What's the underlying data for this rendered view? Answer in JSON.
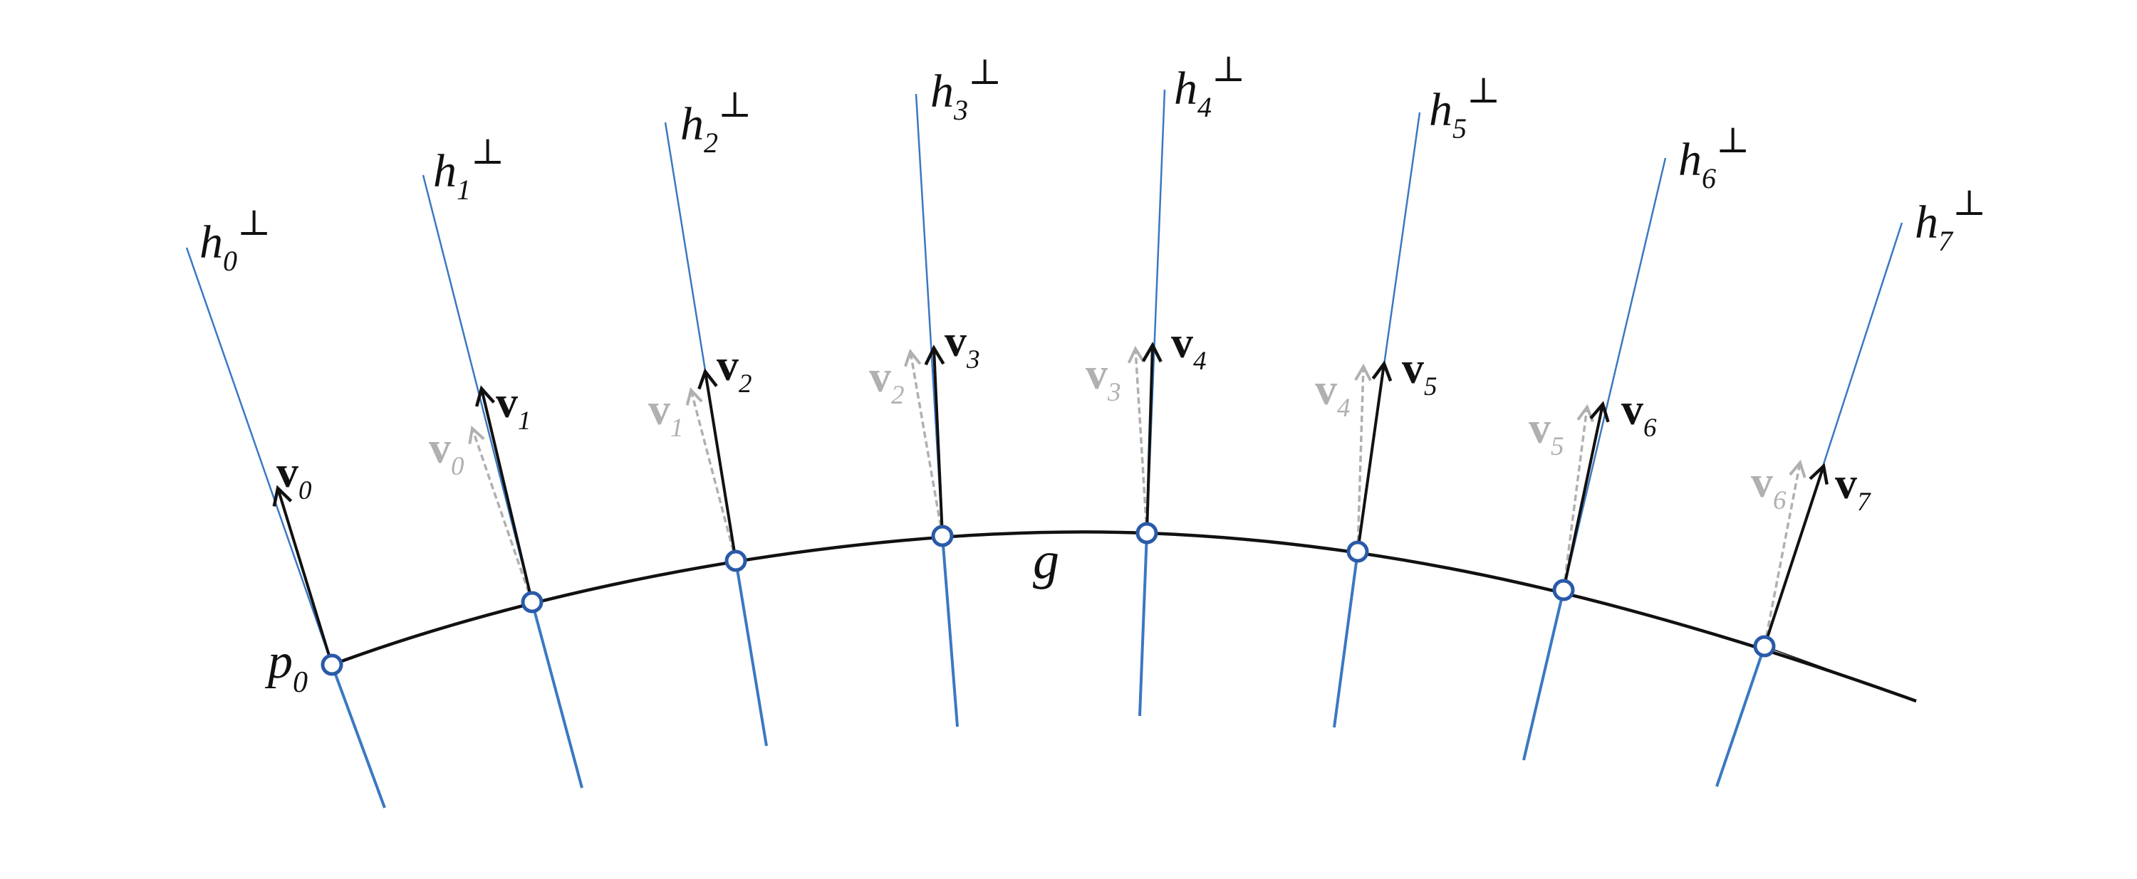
{
  "colors": {
    "transversal": "#3a78c2",
    "curve": "#111111",
    "vector": "#111111",
    "previous_vector": "#b0b0b0",
    "node_stroke": "#2a5aa8",
    "node_fill": "#ffffff"
  },
  "curve_label": "g",
  "start_point": {
    "base": "p",
    "sub": "0"
  },
  "stations": [
    {
      "h_base": "h",
      "h_sub": "0",
      "h_sup": "⊥",
      "v_base": "v",
      "v_sub": "0",
      "prev_base": "",
      "prev_sub": ""
    },
    {
      "h_base": "h",
      "h_sub": "1",
      "h_sup": "⊥",
      "v_base": "v",
      "v_sub": "1",
      "prev_base": "v",
      "prev_sub": "0"
    },
    {
      "h_base": "h",
      "h_sub": "2",
      "h_sup": "⊥",
      "v_base": "v",
      "v_sub": "2",
      "prev_base": "v",
      "prev_sub": "1"
    },
    {
      "h_base": "h",
      "h_sub": "3",
      "h_sup": "⊥",
      "v_base": "v",
      "v_sub": "3",
      "prev_base": "v",
      "prev_sub": "2"
    },
    {
      "h_base": "h",
      "h_sub": "4",
      "h_sup": "⊥",
      "v_base": "v",
      "v_sub": "4",
      "prev_base": "v",
      "prev_sub": "3"
    },
    {
      "h_base": "h",
      "h_sub": "5",
      "h_sup": "⊥",
      "v_base": "v",
      "v_sub": "5",
      "prev_base": "v",
      "prev_sub": "4"
    },
    {
      "h_base": "h",
      "h_sub": "6",
      "h_sup": "⊥",
      "v_base": "v",
      "v_sub": "6",
      "prev_base": "v",
      "prev_sub": "5"
    },
    {
      "h_base": "h",
      "h_sub": "7",
      "h_sup": "⊥",
      "v_base": "v",
      "v_sub": "7",
      "prev_base": "v",
      "prev_sub": "6"
    }
  ]
}
